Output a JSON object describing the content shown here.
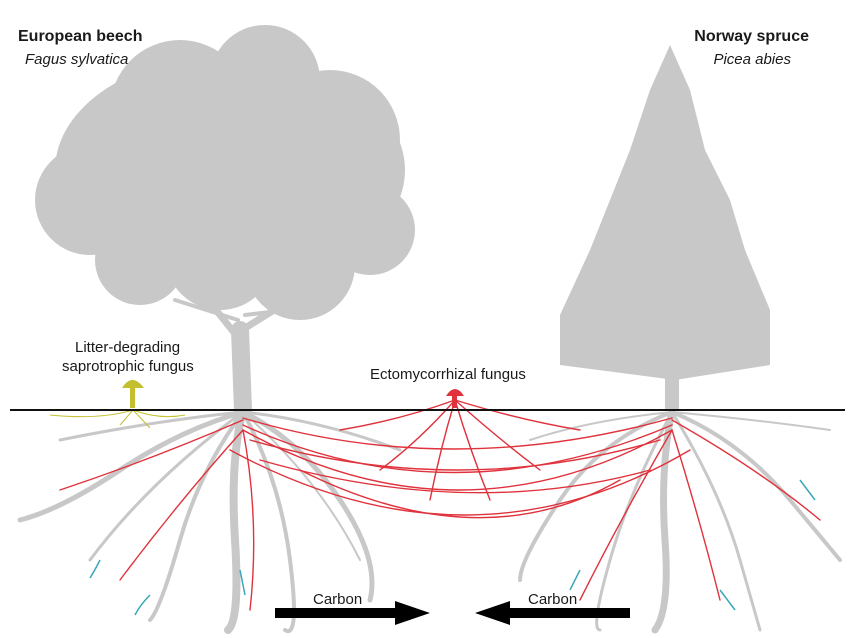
{
  "trees": {
    "beech": {
      "common_name": "European beech",
      "latin_name": "Fagus sylvatica"
    },
    "spruce": {
      "common_name": "Norway spruce",
      "latin_name": "Picea abies"
    }
  },
  "fungi": {
    "saprotrophic": {
      "line1": "Litter-degrading",
      "line2": "saprotrophic fungus",
      "color": "#c3bf2e"
    },
    "ectomycorrhizal": {
      "label": "Ectomycorrhizal fungus",
      "color": "#e0323c"
    }
  },
  "flows": {
    "left": {
      "label": "Carbon",
      "direction": "right"
    },
    "right": {
      "label": "Carbon",
      "direction": "left"
    }
  },
  "colors": {
    "tree_gray": "#c8c8c8",
    "fine_root_cyan": "#3aa6b9",
    "ground_line": "#111111",
    "arrow": "#000000"
  }
}
